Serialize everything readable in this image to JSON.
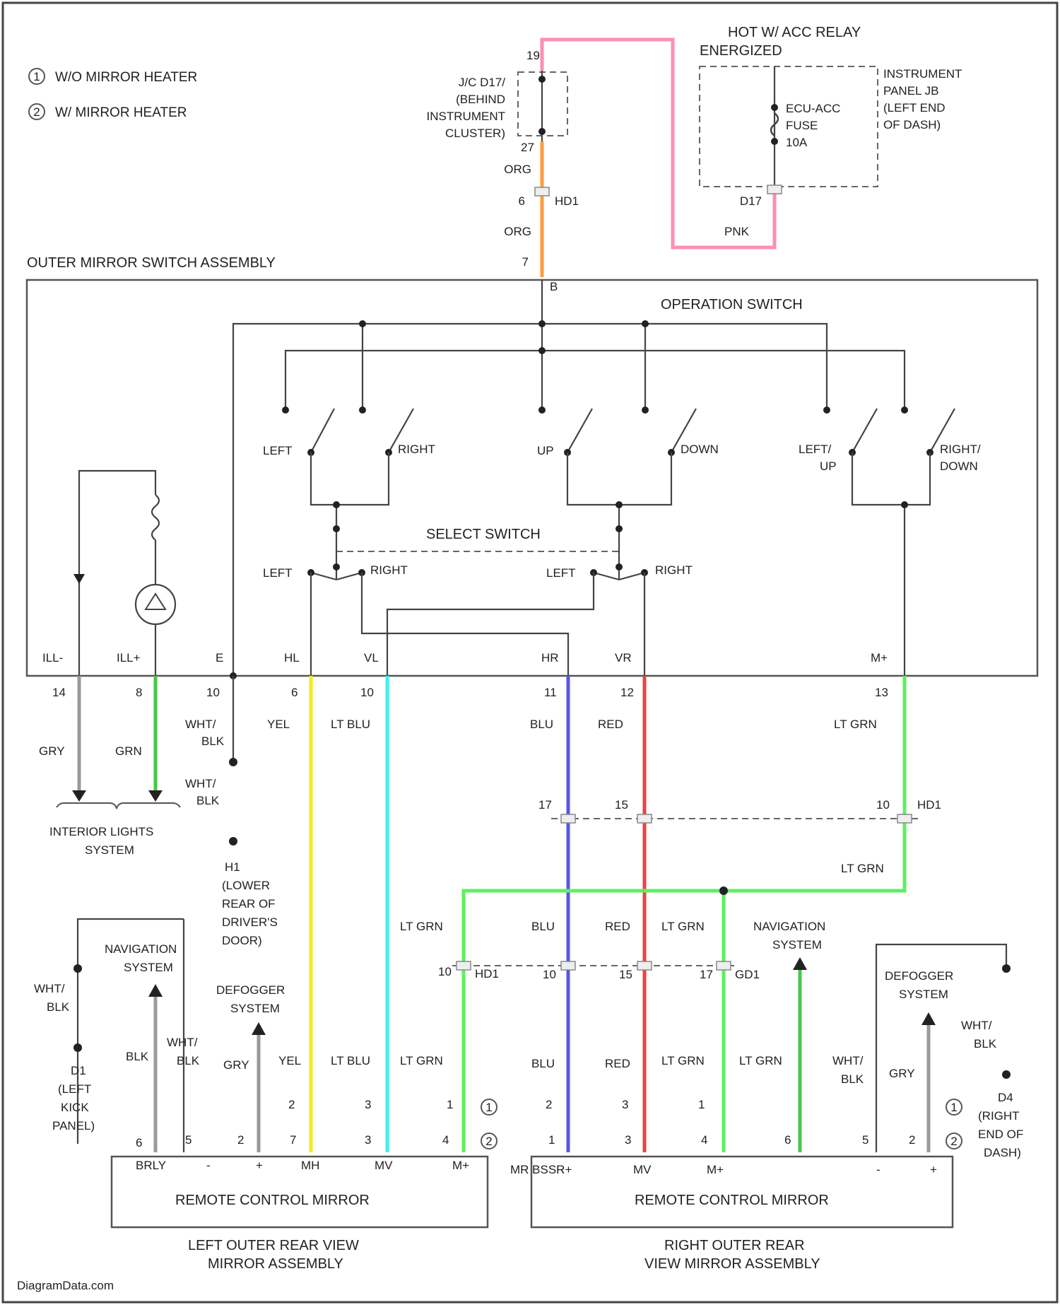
{
  "legend": {
    "items": [
      {
        "symbol": "1",
        "text": "W/O MIRROR HEATER"
      },
      {
        "symbol": "2",
        "text": "W/ MIRROR HEATER"
      }
    ]
  },
  "top": {
    "relay_label_1": "HOT W/ ACC RELAY",
    "relay_label_2": "ENERGIZED",
    "jb_label": [
      "INSTRUMENT",
      "PANEL JB",
      "(LEFT END",
      "OF DASH)"
    ],
    "fuse_label": [
      "ECU-ACC",
      "FUSE",
      "10A"
    ],
    "jc_label": [
      "J/C D17/",
      "(BEHIND",
      "INSTRUMENT",
      "CLUSTER)"
    ],
    "pin_19": "19",
    "pin_27": "27",
    "wire_org_1": "ORG",
    "wire_org_2": "ORG",
    "hd1_pin": "6",
    "hd1": "HD1",
    "d17": "D17",
    "wire_pnk": "PNK",
    "pin_7": "7"
  },
  "switch_assembly": {
    "title": "OUTER MIRROR SWITCH ASSEMBLY",
    "operation_switch": "OPERATION SWITCH",
    "b_term": "B",
    "select_switch": "SELECT SWITCH",
    "switches": {
      "left": "LEFT",
      "right": "RIGHT",
      "up": "UP",
      "down": "DOWN",
      "left_up_1": "LEFT/",
      "left_up_2": "UP",
      "right_down_1": "RIGHT/",
      "right_down_2": "DOWN"
    },
    "select": {
      "left_a": "LEFT",
      "right_a": "RIGHT",
      "left_b": "LEFT",
      "right_b": "RIGHT"
    },
    "terminals": [
      {
        "name": "ILL-",
        "pin": "14",
        "wire": "GRY"
      },
      {
        "name": "ILL+",
        "pin": "8",
        "wire": "GRN"
      },
      {
        "name": "E",
        "pin": "10",
        "wire": "WHT/BLK"
      },
      {
        "name": "HL",
        "pin": "6",
        "wire": "YEL"
      },
      {
        "name": "VL",
        "pin": "10",
        "wire": "LT BLU"
      },
      {
        "name": "HR",
        "pin": "11",
        "wire": "BLU"
      },
      {
        "name": "VR",
        "pin": "12",
        "wire": "RED"
      },
      {
        "name": "M+",
        "pin": "13",
        "wire": "LT GRN"
      }
    ]
  },
  "middle": {
    "wire_wht_blk_1": "WHT/BLK",
    "wire_wht_blk_2": "WHT/",
    "wire_wht_blk_3": "BLK",
    "interior_lights": [
      "INTERIOR LIGHTS",
      "SYSTEM"
    ],
    "ground_h1": [
      "H1",
      "(LOWER",
      "REAR OF",
      "DRIVER'S",
      "DOOR)"
    ],
    "hd1_pins": [
      "17",
      "15",
      "10"
    ],
    "hd1_label": "HD1",
    "lt_grn_1": "LT GRN"
  },
  "lower": {
    "left_nav": [
      "NAVIGATION",
      "SYSTEM"
    ],
    "right_nav": [
      "NAVIGATION",
      "SYSTEM"
    ],
    "left_defog": [
      "DEFOGGER",
      "SYSTEM"
    ],
    "right_defog": [
      "DEFOGGER",
      "SYSTEM"
    ],
    "ground_d1": [
      "D1",
      "(LEFT",
      "KICK",
      "PANEL)"
    ],
    "ground_d4": [
      "D4",
      "(RIGHT",
      "END OF",
      "DASH)"
    ],
    "wht_blk_left": [
      "WHT/",
      "BLK"
    ],
    "wht_blk_right": [
      "WHT/",
      "BLK"
    ],
    "hd1_lower_pin": "10",
    "hd1_lower": "HD1",
    "gd1_pins": [
      "10",
      "15",
      "17"
    ],
    "gd1": "GD1",
    "wire_labels_mid": [
      "LT GRN",
      "BLU",
      "RED",
      "LT GRN"
    ],
    "left_wires": [
      "BLK",
      "WHT/BLK",
      "GRY",
      "YEL",
      "LT BLU",
      "LT GRN"
    ],
    "right_wires": [
      "BLU",
      "RED",
      "LT GRN",
      "LT GRN",
      "WHT/BLK",
      "GRY"
    ],
    "left_pins_1": [
      "2",
      "3",
      "1"
    ],
    "left_pins_2": [
      "6",
      "5",
      "2",
      "7",
      "3",
      "4"
    ],
    "right_pins_1": [
      "2",
      "3",
      "1"
    ],
    "right_pins_2": [
      "1",
      "3",
      "4",
      "6",
      "5",
      "2"
    ],
    "left_terms": [
      "BRLY",
      "-",
      "+",
      "MH",
      "MV",
      "M+"
    ],
    "right_terms": [
      "MR BSSR+",
      "MV",
      "M+",
      "-",
      "+"
    ],
    "left_mirror_box": "REMOTE CONTROL MIRROR",
    "right_mirror_box": "REMOTE CONTROL MIRROR",
    "left_mirror_assy": [
      "LEFT OUTER REAR VIEW",
      "MIRROR ASSEMBLY"
    ],
    "right_mirror_assy": [
      "RIGHT OUTER REAR",
      "VIEW MIRROR ASSEMBLY"
    ]
  },
  "footer": {
    "watermark": "DiagramData.com"
  },
  "colors": {
    "orange": "#ff9e3d",
    "pink": "#ff8fb0",
    "yellow": "#f4ec1a",
    "cyan": "#3ff0ee",
    "blue": "#5656e6",
    "red": "#f04040",
    "green": "#5ef05e",
    "dark_green": "#46c846",
    "gray": "#9a9a9a"
  }
}
